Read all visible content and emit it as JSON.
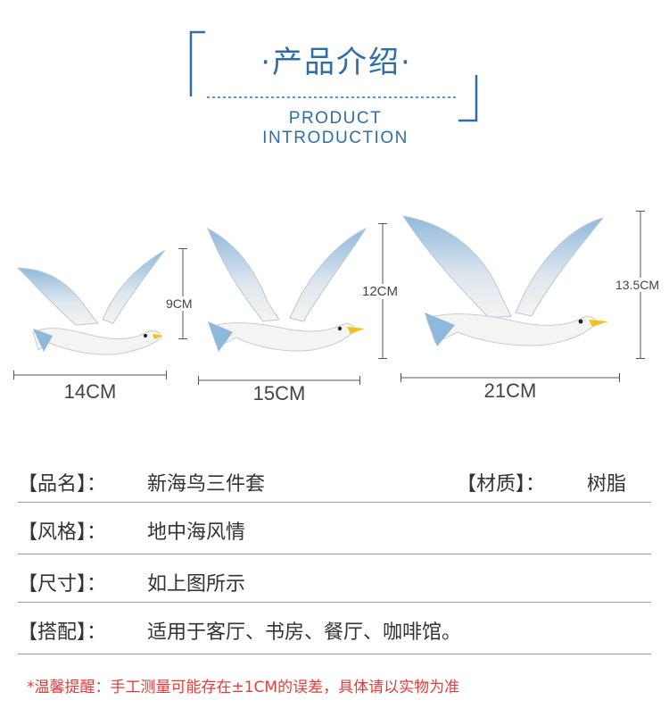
{
  "header": {
    "title": "·产品介绍·",
    "subtitle": "PRODUCT INTRODUCTION"
  },
  "products": [
    {
      "width_label": "14CM",
      "height_label": "9CM"
    },
    {
      "width_label": "15CM",
      "height_label": "12CM"
    },
    {
      "width_label": "21CM",
      "height_label": "13.5CM"
    }
  ],
  "specs": {
    "name_key": "【品名】：",
    "name_value": "新海鸟三件套",
    "material_key": "【材质】：",
    "material_value": "树脂",
    "style_key": "【风格】：",
    "style_value": "地中海风情",
    "size_key": "【尺寸】：",
    "size_value": "如上图所示",
    "match_key": "【搭配】：",
    "match_value": "适用于客厅、书房、餐厅、咖啡馆。"
  },
  "note": "*温馨提醒：手工测量可能存在±1CM的误差，具体请以实物为准",
  "colors": {
    "accent": "#2e6ea8",
    "wing_blue": "#8fb9dc",
    "beak": "#f2c21a",
    "warning": "#e63b3b"
  }
}
